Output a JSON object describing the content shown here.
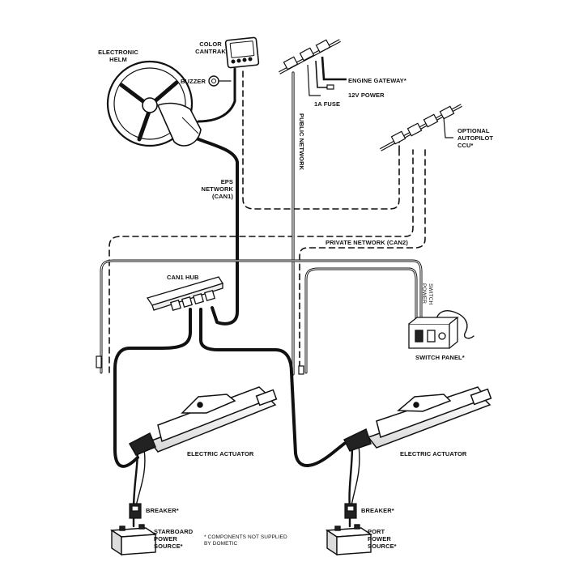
{
  "labels": {
    "electronic_helm": "ELECTRONIC\nHELM",
    "color_cantrak": "COLOR\nCANtrak",
    "buzzer": "BUZZER",
    "engine_gateway": "ENGINE GATEWAY*",
    "twelve_v_power": "12V POWER",
    "fuse": "1A FUSE",
    "public_network": "PUBLIC NETWORK",
    "optional_autopilot": "OPTIONAL\nAUTOPILOT\nCCU*",
    "eps_network": "EPS\nNETWORK\n(CAN1)",
    "private_network": "PRIVATE NETWORK (CAN2)",
    "can1_hub": "CAN1 HUB",
    "switch_panel": "SWITCH PANEL*",
    "electric_actuator_left": "ELECTRIC ACTUATOR",
    "electric_actuator_right": "ELECTRIC ACTUATOR",
    "breaker_left": "BREAKER*",
    "breaker_right": "BREAKER*",
    "starboard_power": "STARBOARD\nPOWER\nSOURCE*",
    "port_power": "PORT\nPOWER\nSOURCE*",
    "footnote": "* COMPONENTS NOT SUPPLIED\nBY DOMETIC",
    "switch_power": "SWITCH\nPOWER"
  }
}
